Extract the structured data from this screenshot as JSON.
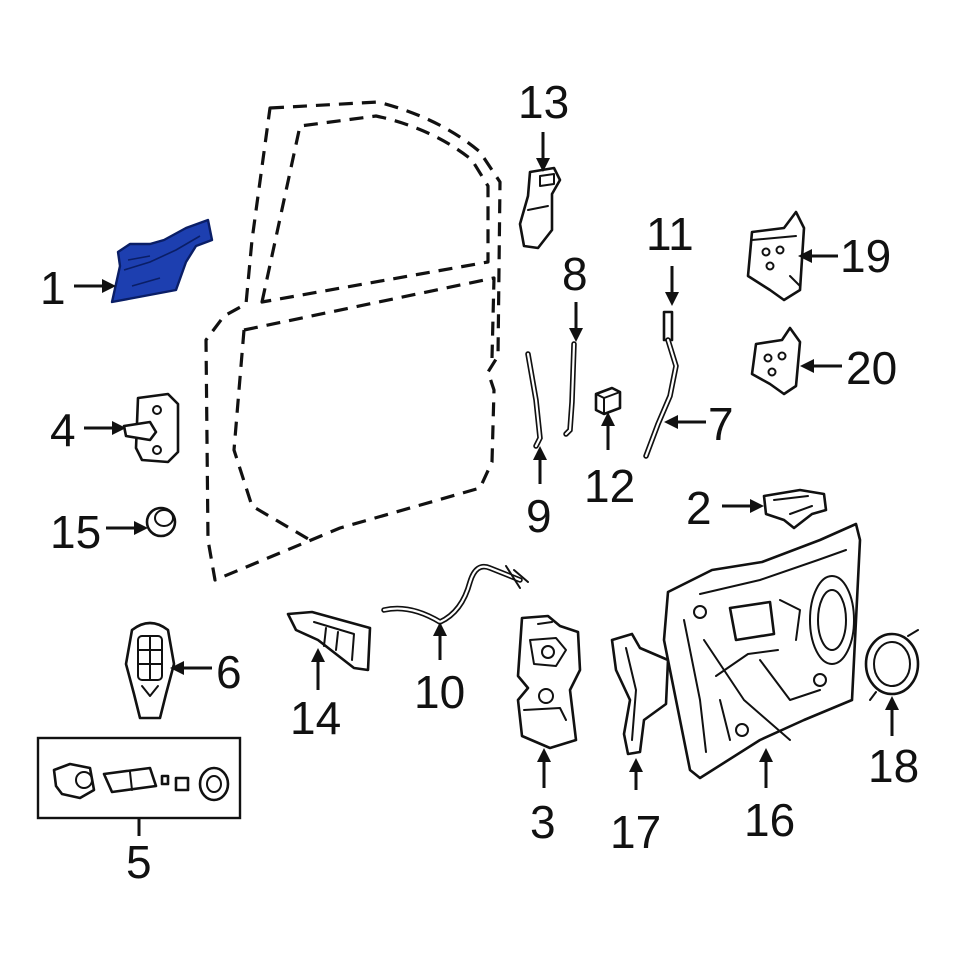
{
  "diagram": {
    "highlight_color": "#1d3fb0",
    "line_color": "#111111",
    "background_color": "#ffffff",
    "callouts": {
      "c1": "1",
      "c2": "2",
      "c3": "3",
      "c4": "4",
      "c5": "5",
      "c6": "6",
      "c7": "7",
      "c8": "8",
      "c9": "9",
      "c10": "10",
      "c11": "11",
      "c12": "12",
      "c13": "13",
      "c14": "14",
      "c15": "15",
      "c16": "16",
      "c17": "17",
      "c18": "18",
      "c19": "19",
      "c20": "20"
    }
  }
}
